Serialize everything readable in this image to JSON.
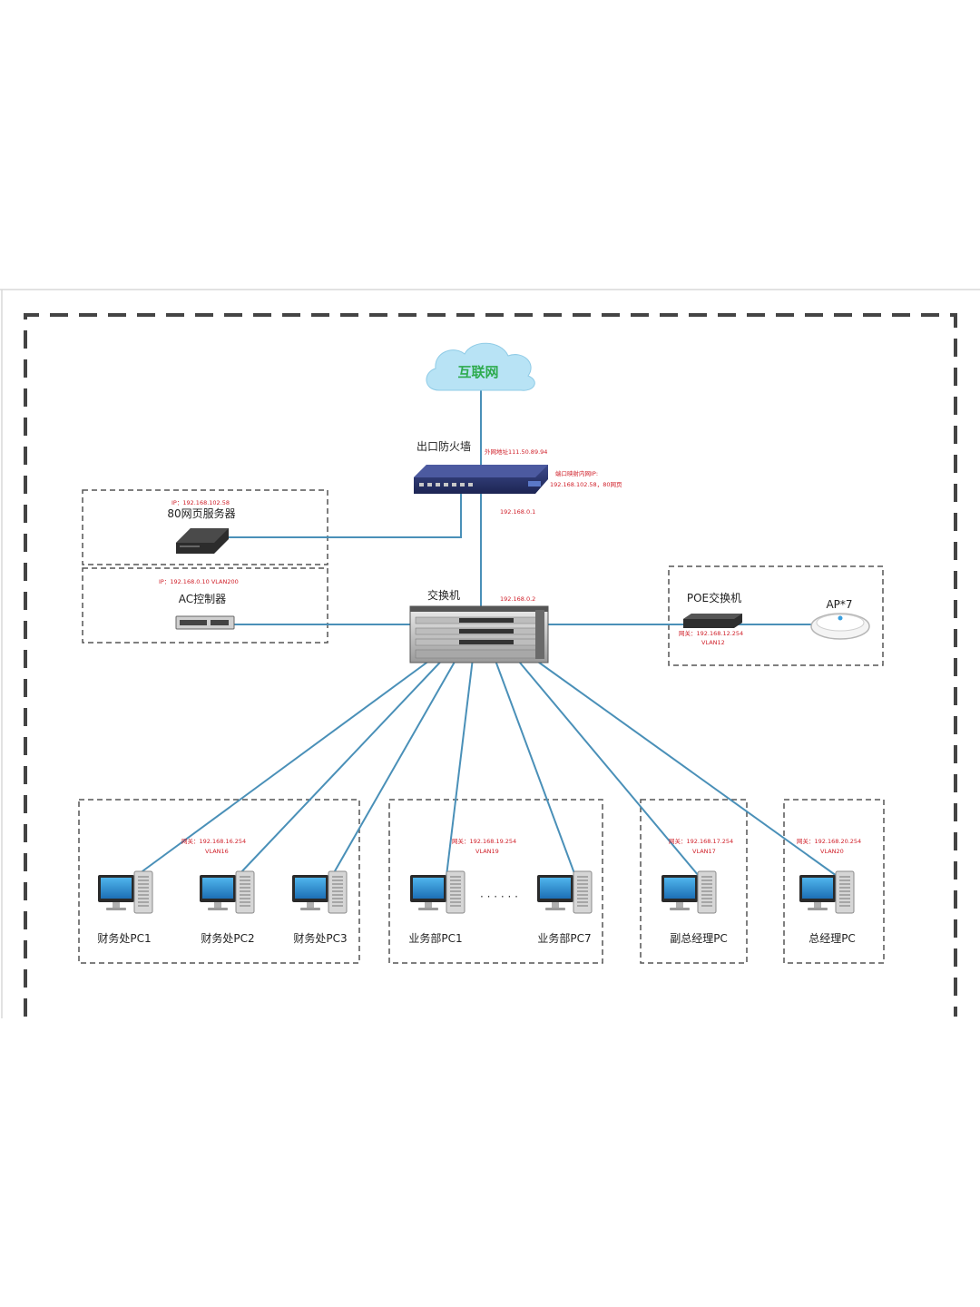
{
  "cloud_label": "互联网",
  "firewall": {
    "label": "出口防火墙",
    "wan_ip": "外网地址111.50.89.94",
    "nat_note_1": "端口映射内网IP:",
    "nat_note_2": "192.168.102.58，80网页",
    "lan_ip": "192.168.0.1"
  },
  "web_server": {
    "label": "80网页服务器",
    "ip": "IP：192.168.102.58"
  },
  "ac": {
    "label": "AC控制器",
    "ip": "IP：192.168.0.10  VLAN200"
  },
  "core_switch": {
    "label": "交换机",
    "ip": "192.168.0.2"
  },
  "poe": {
    "label": "POE交换机",
    "gateway": "网关：192.168.12.254",
    "vlan": "VLAN12"
  },
  "ap": {
    "label": "AP*7"
  },
  "groups": [
    {
      "gateway": "网关：192.168.16.254",
      "vlan": "VLAN16"
    },
    {
      "gateway": "网关：192.168.19.254",
      "vlan": "VLAN19"
    },
    {
      "gateway": "网关：192.168.17.254",
      "vlan": "VLAN17"
    },
    {
      "gateway": "网关：192.168.20.254",
      "vlan": "VLAN20"
    }
  ],
  "pcs": [
    "财务处PC1",
    "财务处PC2",
    "财务处PC3",
    "业务部PC1",
    "业务部PC7",
    "副总经理PC",
    "总经理PC"
  ],
  "ellipsis": "· · · · · ·",
  "colors": {
    "link": "#4a90b8",
    "annotation": "#d0202a",
    "frame": "#444444",
    "cloud": "#b8e3f5"
  }
}
